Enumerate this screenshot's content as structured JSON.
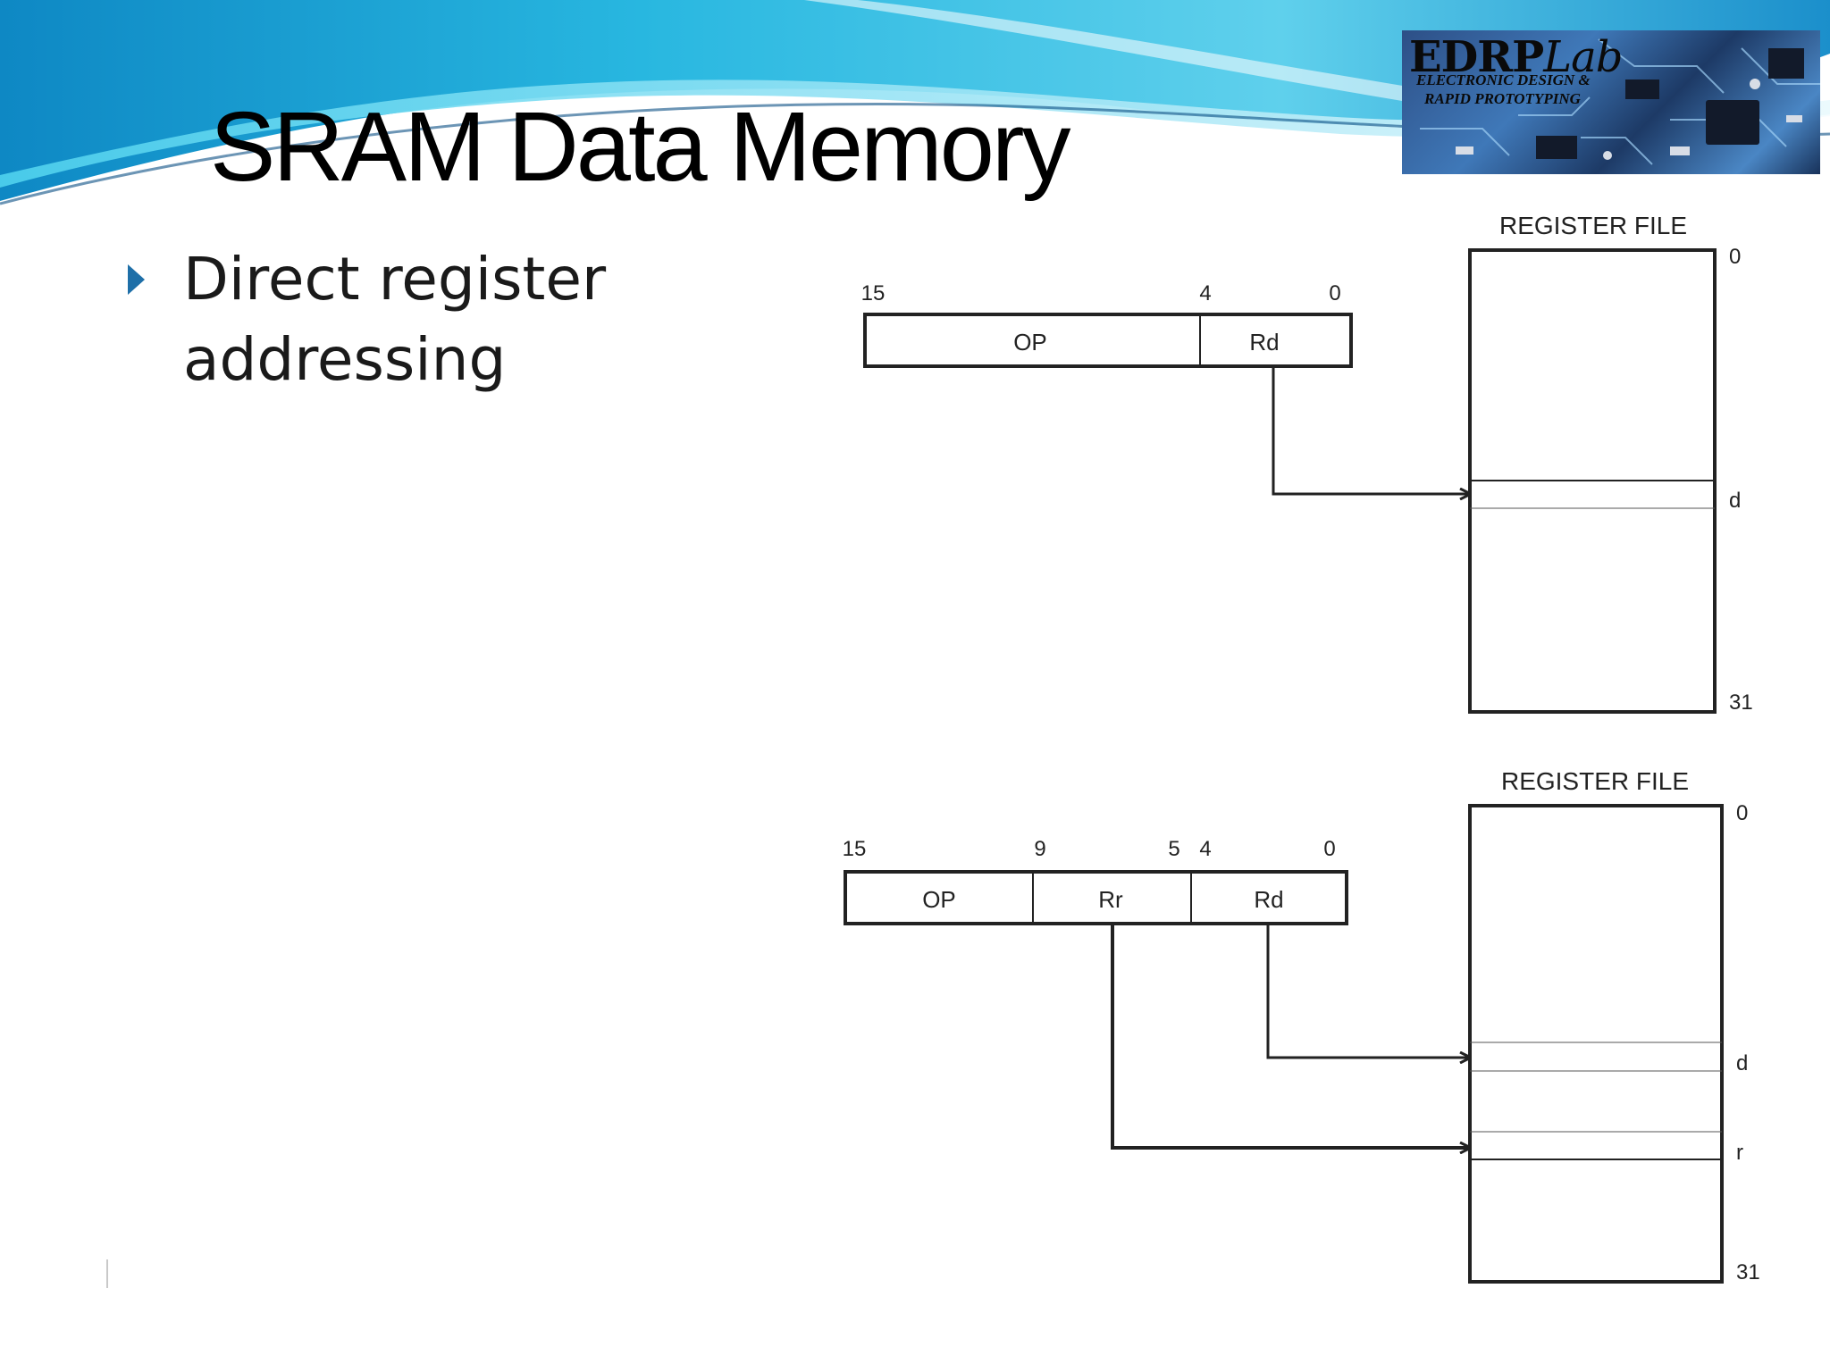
{
  "slide": {
    "title": "SRAM Data Memory",
    "bullet": "Direct register addressing"
  },
  "logo": {
    "name_bold": "EDRP",
    "name_italic": "Lab",
    "line1": "ELECTRONIC DESIGN &",
    "line2": "RAPID PROTOTYPING"
  },
  "figure_single": {
    "register_file_label": "REGISTER FILE",
    "bit_labels": {
      "b15": "15",
      "b4": "4",
      "b0": "0"
    },
    "fields": {
      "op": "OP",
      "rd": "Rd"
    },
    "index_labels": {
      "top": "0",
      "d": "d",
      "bottom": "31"
    }
  },
  "figure_dual": {
    "register_file_label": "REGISTER FILE",
    "bit_labels": {
      "b15": "15",
      "b9": "9",
      "b5": "5",
      "b4": "4",
      "b0": "0"
    },
    "fields": {
      "op": "OP",
      "rr": "Rr",
      "rd": "Rd"
    },
    "index_labels": {
      "top": "0",
      "d": "d",
      "r": "r",
      "bottom": "31"
    }
  },
  "colors": {
    "wave_light": "#8fdaf0",
    "wave_mid": "#34c3e6",
    "wave_dark": "#0b6aa8",
    "bullet": "#1e6fa8",
    "diagram_stroke": "#222222"
  }
}
